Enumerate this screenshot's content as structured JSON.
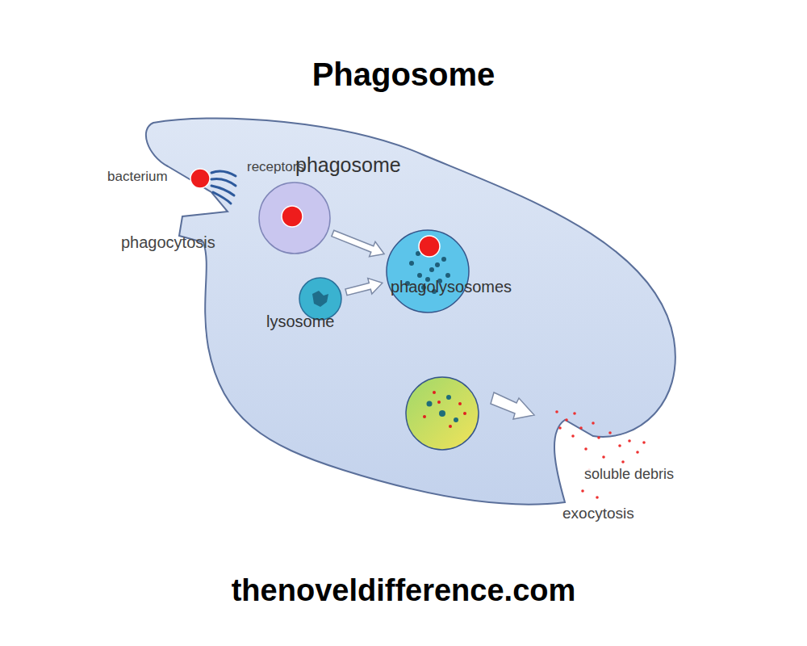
{
  "diagram": {
    "title": "Phagosome",
    "nodes": [
      {
        "text": [
          "phagosome"
        ]
      },
      {
        "text": [
          "lysosome"
        ]
      },
      {
        "text": [
          "phagolysosomes"
        ]
      }
    ],
    "edges": [
      {
        "from": 0,
        "to": 2,
        "arrow": "to"
      },
      {
        "from": 1,
        "to": 2,
        "arrow": "to"
      }
    ],
    "labels": [
      "bacterium",
      "receptors",
      "phagocytosis",
      "soluble debris",
      "exocytosis",
      "thenoveldifference.com"
    ]
  }
}
